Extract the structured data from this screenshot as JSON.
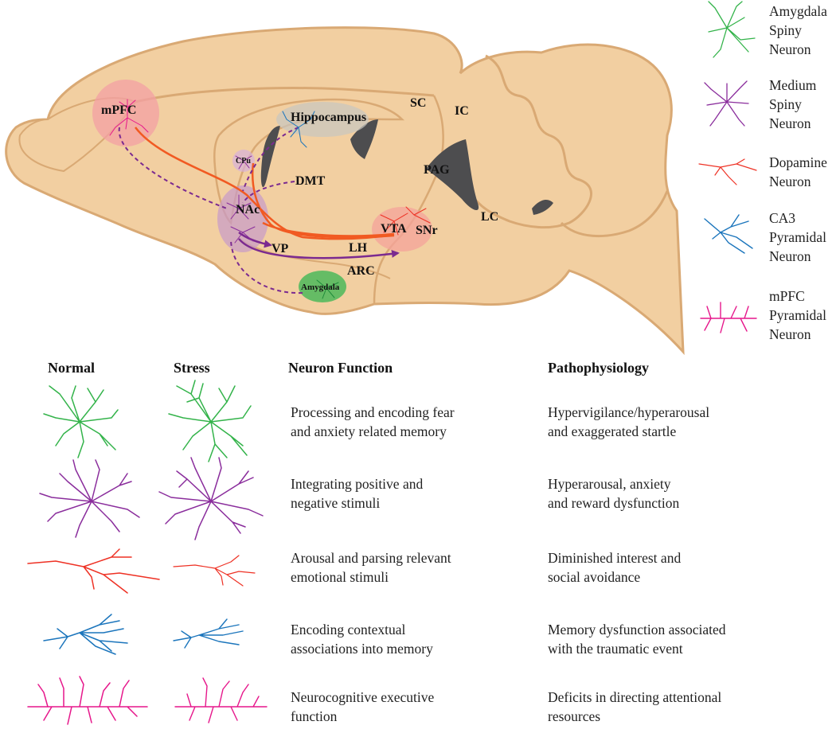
{
  "brain_labels": {
    "mpfc": "mPFC",
    "hippocampus": "Hippocampus",
    "sc": "SC",
    "ic": "IC",
    "cpu": "CPu",
    "dmt": "DMT",
    "pag": "PAG",
    "nac": "NAc",
    "vta": "VTA",
    "snr": "SNr",
    "lc": "LC",
    "vp": "VP",
    "lh": "LH",
    "arc": "ARC",
    "amygdala": "Amygdala"
  },
  "legend": [
    {
      "lines": [
        "Amygdala",
        "Spiny",
        "Neuron"
      ],
      "color": "#33b34a"
    },
    {
      "lines": [
        "Medium",
        "Spiny",
        "Neuron"
      ],
      "color": "#8a2d9c"
    },
    {
      "lines": [
        "Dopamine",
        "Neuron"
      ],
      "color": "#ee3124"
    },
    {
      "lines": [
        "CA3",
        "Pyramidal",
        "Neuron"
      ],
      "color": "#1b75bc"
    },
    {
      "lines": [
        "mPFC",
        "Pyramidal",
        "Neuron"
      ],
      "color": "#e6178b"
    }
  ],
  "columns": {
    "normal": "Normal",
    "stress": "Stress",
    "function": "Neuron Function",
    "pathophysiology": "Pathophysiology"
  },
  "rows": [
    {
      "neuron": "amygdala-spiny",
      "color": "#33b34a",
      "function": [
        "Processing and encoding fear",
        "and anxiety related memory"
      ],
      "pathophysiology": [
        "Hypervigilance/hyperarousal",
        "and exaggerated startle"
      ]
    },
    {
      "neuron": "medium-spiny",
      "color": "#8a2d9c",
      "function": [
        "Integrating positive and",
        "negative stimuli"
      ],
      "pathophysiology": [
        "Hyperarousal, anxiety",
        "and reward dysfunction"
      ]
    },
    {
      "neuron": "dopamine",
      "color": "#ee3124",
      "function": [
        "Arousal and parsing relevant",
        "emotional stimuli"
      ],
      "pathophysiology": [
        "Diminished interest and",
        "social avoidance"
      ]
    },
    {
      "neuron": "ca3-pyramidal",
      "color": "#1b75bc",
      "function": [
        "Encoding contextual",
        "associations into memory"
      ],
      "pathophysiology": [
        "Memory dysfunction associated",
        "with the traumatic event"
      ]
    },
    {
      "neuron": "mpfc-pyramidal",
      "color": "#e6178b",
      "function": [
        "Neurocognitive executive",
        "function"
      ],
      "pathophysiology": [
        "Deficits in directing attentional",
        "resources"
      ]
    }
  ],
  "colors": {
    "brain_fill": "#f2cfa1",
    "brain_outline": "#d9a974",
    "ventricle": "#4d4d4f",
    "projection_orange": "#f15a22",
    "projection_purple": "#7b2a90"
  }
}
